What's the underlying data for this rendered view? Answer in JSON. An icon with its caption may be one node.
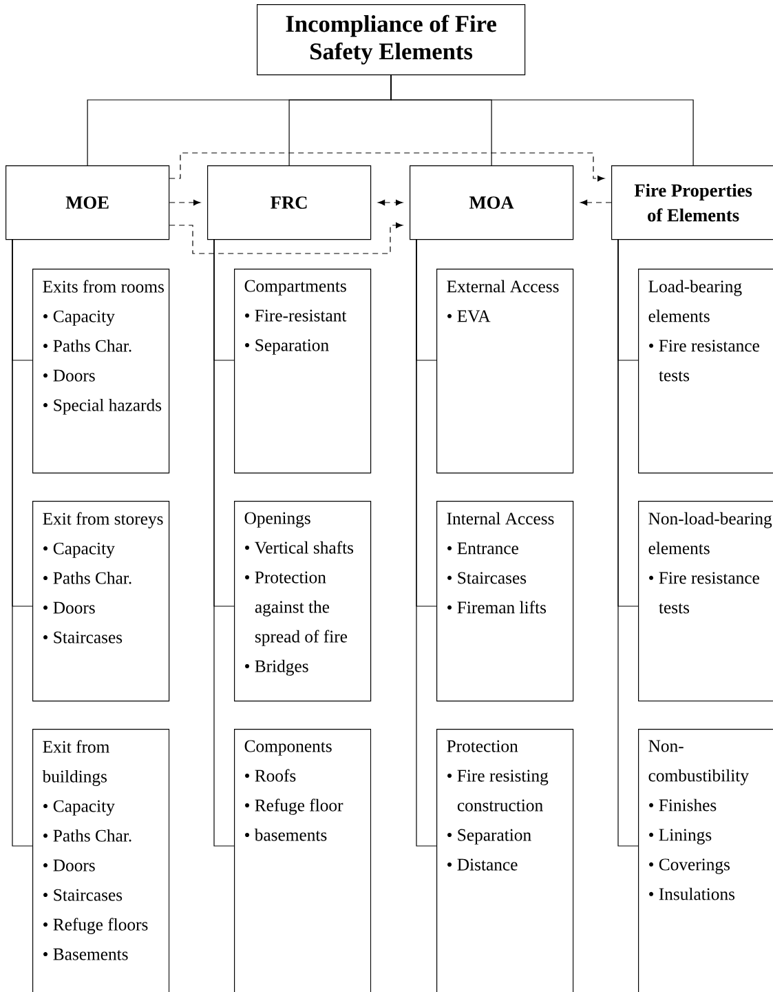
{
  "diagram": {
    "nodes": [
      {
        "text": [
          "Incompliance of Fire Safety Elements"
        ]
      },
      {
        "text": [
          "MOE"
        ]
      },
      {
        "text": [
          "FRC"
        ]
      },
      {
        "text": [
          "MOA"
        ]
      },
      {
        "text": [
          "Fire Properties of Elements"
        ]
      },
      {
        "text": [
          "Exits from rooms",
          "• Capacity",
          "• Paths Char.",
          "• Doors",
          "• Special hazards"
        ]
      },
      {
        "text": [
          "Exit from storeys",
          "• Capacity",
          "• Paths Char.",
          "• Doors",
          "• Staircases"
        ]
      },
      {
        "text": [
          "Exit from buildings",
          "• Capacity",
          "• Paths Char.",
          "• Doors",
          "• Staircases",
          "• Refuge floors",
          "• Basements"
        ]
      },
      {
        "text": [
          "Compartments",
          "• Fire-resistant",
          "• Separation"
        ]
      },
      {
        "text": [
          "Openings",
          "• Vertical shafts",
          "• Protection against the spread of fire",
          "• Bridges"
        ]
      },
      {
        "text": [
          "Components",
          "• Roofs",
          "• Refuge floor",
          "• basements"
        ]
      },
      {
        "text": [
          "External Access",
          "• EVA"
        ]
      },
      {
        "text": [
          "Internal Access",
          "• Entrance",
          "• Staircases",
          "• Fireman lifts"
        ]
      },
      {
        "text": [
          "Protection",
          "• Fire resisting construction",
          "• Separation",
          "• Distance"
        ]
      },
      {
        "text": [
          "Load-bearing elements",
          "• Fire resistance tests"
        ]
      },
      {
        "text": [
          "Non-load-bearing elements",
          "• Fire resistance tests"
        ]
      },
      {
        "text": [
          "Non-combustibility",
          "• Finishes",
          "• Linings",
          "• Coverings",
          "• Insulations"
        ]
      }
    ],
    "edges": [
      {
        "from": 0,
        "to": 1,
        "arrow": "none"
      },
      {
        "from": 0,
        "to": 2,
        "arrow": "none"
      },
      {
        "from": 0,
        "to": 3,
        "arrow": "none"
      },
      {
        "from": 0,
        "to": 4,
        "arrow": "none"
      },
      {
        "from": 1,
        "to": 5,
        "arrow": "none"
      },
      {
        "from": 1,
        "to": 6,
        "arrow": "none"
      },
      {
        "from": 1,
        "to": 7,
        "arrow": "none"
      },
      {
        "from": 2,
        "to": 8,
        "arrow": "none"
      },
      {
        "from": 2,
        "to": 9,
        "arrow": "none"
      },
      {
        "from": 2,
        "to": 10,
        "arrow": "none"
      },
      {
        "from": 3,
        "to": 11,
        "arrow": "none"
      },
      {
        "from": 3,
        "to": 12,
        "arrow": "none"
      },
      {
        "from": 3,
        "to": 13,
        "arrow": "none"
      },
      {
        "from": 4,
        "to": 14,
        "arrow": "none"
      },
      {
        "from": 4,
        "to": 15,
        "arrow": "none"
      },
      {
        "from": 4,
        "to": 16,
        "arrow": "none"
      },
      {
        "from": 1,
        "to": 4,
        "arrow": "to",
        "style": "dashed"
      },
      {
        "from": 1,
        "to": 2,
        "arrow": "to",
        "style": "dashed"
      },
      {
        "from": 2,
        "to": 3,
        "arrow": "both",
        "style": "dashed"
      },
      {
        "from": 4,
        "to": 3,
        "arrow": "to",
        "style": "dashed"
      },
      {
        "from": 1,
        "to": 3,
        "arrow": "to",
        "style": "dashed"
      }
    ]
  }
}
